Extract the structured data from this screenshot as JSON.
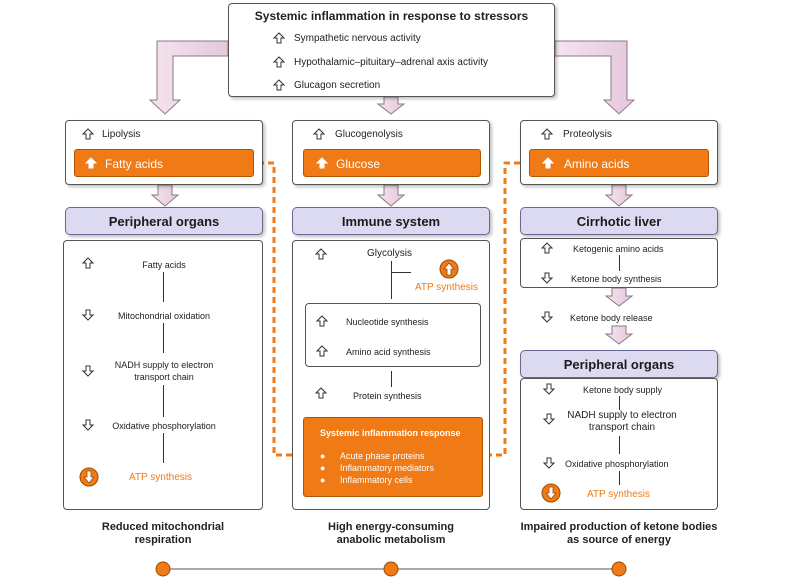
{
  "top": {
    "title": "Systemic inflammation in response to stressors",
    "items": [
      "Sympathetic nervous activity",
      "Hypothalamic–pituitary–adrenal axis activity",
      "Glucagon secretion"
    ]
  },
  "left": {
    "process": "Lipolysis",
    "product": "Fatty acids",
    "organ": "Peripheral organs",
    "steps": [
      "Fatty acids",
      "Mitochondrial oxidation",
      "NADH supply to electron transport chain",
      "Oxidative phosphorylation"
    ],
    "atp": "ATP synthesis",
    "outcome": "Reduced mitochondrial respiration"
  },
  "middle": {
    "process": "Glucogenolysis",
    "product": "Glucose",
    "organ": "Immune system",
    "glycolysis": "Glycolysis",
    "atp": "ATP synthesis",
    "inner": [
      "Nucleotide synthesis",
      "Amino acid synthesis"
    ],
    "protein": "Protein synthesis",
    "response_title": "Systemic inflammation response",
    "response_items": [
      "Acute phase proteins",
      "Inflammatory mediators",
      "Inflammatory cells"
    ],
    "outcome": "High energy-consuming anabolic metabolism"
  },
  "right": {
    "process": "Proteolysis",
    "product": "Amino acids",
    "organ": "Cirrhotic liver",
    "liver_steps": [
      "Ketogenic amino acids",
      "Ketone body synthesis"
    ],
    "release": "Ketone body release",
    "organ2": "Peripheral organs",
    "steps": [
      "Ketone body supply",
      "NADH supply to electron transport chain",
      "Oxidative phosphorylation"
    ],
    "atp": "ATP synthesis",
    "outcome": "Impaired production of ketone bodies as source of energy"
  },
  "colors": {
    "orange": "#f07a15",
    "lavender": "#dcdaf0",
    "pink_arrow": "#f0dbe8"
  },
  "icons": {
    "up": "up-arrow-icon",
    "down": "down-arrow-icon"
  }
}
